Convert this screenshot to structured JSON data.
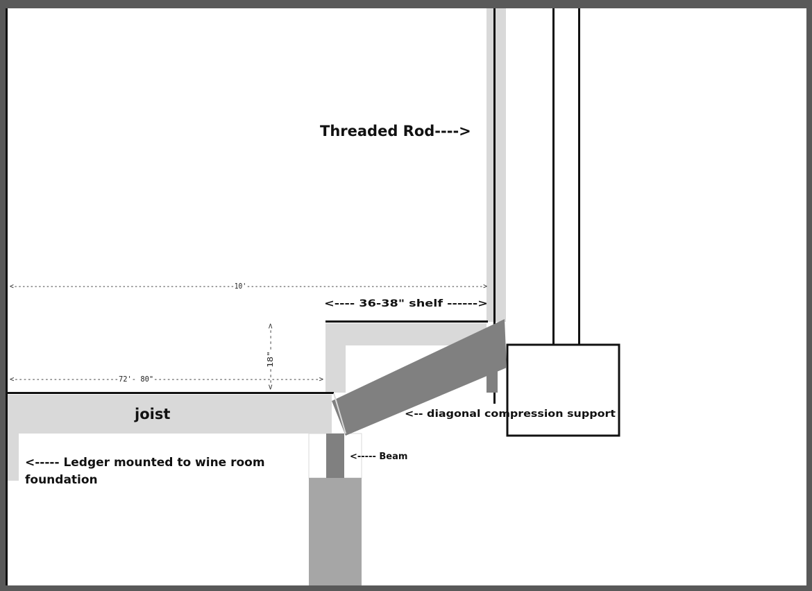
{
  "colors": {
    "frame": "#595959",
    "paper": "#ffffff",
    "lumber_light": "#d9d9d9",
    "lumber_mid": "#a6a6a6",
    "diagonal": "#808080",
    "ink": "#111111"
  },
  "labels": {
    "threaded_rod": "Threaded Rod---->",
    "ten_feet": "<-------------------------------------------------------10'----------------------------------------------------------->",
    "shelf": "<---- 36-38\" shelf ------>",
    "span": "<------------------------72'- 80\"-------------------------------------->",
    "rise": "<---18\"---->",
    "joist": "joist",
    "ledger_line1": "<----- Ledger mounted to wine room",
    "ledger_line2": "foundation",
    "beam": "<----- Beam",
    "diagonal": "<-- diagonal compression support"
  }
}
